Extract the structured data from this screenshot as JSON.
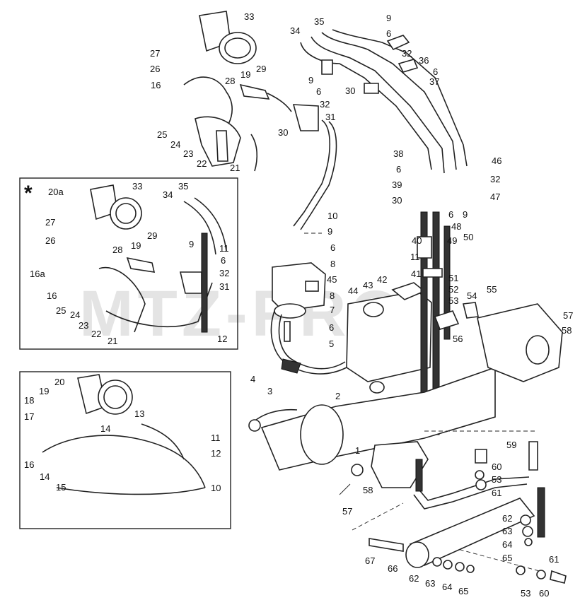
{
  "watermark": "MTZ-PRO",
  "inset_marker": "*",
  "callouts": [
    {
      "id": "c33a",
      "t": "33"
    },
    {
      "id": "c27a",
      "t": "27"
    },
    {
      "id": "c26a",
      "t": "26"
    },
    {
      "id": "c19a",
      "t": "19"
    },
    {
      "id": "c29a",
      "t": "29"
    },
    {
      "id": "c28a",
      "t": "28"
    },
    {
      "id": "c16a",
      "t": "16"
    },
    {
      "id": "c25a",
      "t": "25"
    },
    {
      "id": "c24a",
      "t": "24"
    },
    {
      "id": "c23a",
      "t": "23"
    },
    {
      "id": "c22a",
      "t": "22"
    },
    {
      "id": "c21a",
      "t": "21"
    },
    {
      "id": "c9a",
      "t": "9"
    },
    {
      "id": "c6a",
      "t": "6"
    },
    {
      "id": "c32a",
      "t": "32"
    },
    {
      "id": "c31a",
      "t": "31"
    },
    {
      "id": "c30a",
      "t": "30"
    },
    {
      "id": "c35a",
      "t": "35"
    },
    {
      "id": "c34a",
      "t": "34"
    },
    {
      "id": "c9b",
      "t": "9"
    },
    {
      "id": "c6b",
      "t": "6"
    },
    {
      "id": "c32b",
      "t": "32"
    },
    {
      "id": "c36",
      "t": "36"
    },
    {
      "id": "c6c",
      "t": "6"
    },
    {
      "id": "c37",
      "t": "37"
    },
    {
      "id": "c30b",
      "t": "30"
    },
    {
      "id": "c38",
      "t": "38"
    },
    {
      "id": "c6d",
      "t": "6"
    },
    {
      "id": "c39",
      "t": "39"
    },
    {
      "id": "c30c",
      "t": "30"
    },
    {
      "id": "c46",
      "t": "46"
    },
    {
      "id": "c32c",
      "t": "32"
    },
    {
      "id": "c47",
      "t": "47"
    },
    {
      "id": "c6e",
      "t": "6"
    },
    {
      "id": "c9c",
      "t": "9"
    },
    {
      "id": "c48",
      "t": "48"
    },
    {
      "id": "c10a",
      "t": "10"
    },
    {
      "id": "c9d",
      "t": "9"
    },
    {
      "id": "c6f",
      "t": "6"
    },
    {
      "id": "c8a",
      "t": "8"
    },
    {
      "id": "c45",
      "t": "45"
    },
    {
      "id": "c8b",
      "t": "8"
    },
    {
      "id": "c7",
      "t": "7"
    },
    {
      "id": "c6g",
      "t": "6"
    },
    {
      "id": "c5",
      "t": "5"
    },
    {
      "id": "c40",
      "t": "40"
    },
    {
      "id": "c11a",
      "t": "11"
    },
    {
      "id": "c49",
      "t": "49"
    },
    {
      "id": "c50",
      "t": "50"
    },
    {
      "id": "c41",
      "t": "41"
    },
    {
      "id": "c51",
      "t": "51"
    },
    {
      "id": "c52",
      "t": "52"
    },
    {
      "id": "c53a",
      "t": "53"
    },
    {
      "id": "c54",
      "t": "54"
    },
    {
      "id": "c55",
      "t": "55"
    },
    {
      "id": "c44",
      "t": "44"
    },
    {
      "id": "c43",
      "t": "43"
    },
    {
      "id": "c42",
      "t": "42"
    },
    {
      "id": "c56",
      "t": "56"
    },
    {
      "id": "c57a",
      "t": "57"
    },
    {
      "id": "c58a",
      "t": "58"
    },
    {
      "id": "c4",
      "t": "4"
    },
    {
      "id": "c3",
      "t": "3"
    },
    {
      "id": "c2",
      "t": "2"
    },
    {
      "id": "c1",
      "t": "1"
    },
    {
      "id": "c58b",
      "t": "58"
    },
    {
      "id": "c57b",
      "t": "57"
    },
    {
      "id": "c59",
      "t": "59"
    },
    {
      "id": "c60a",
      "t": "60"
    },
    {
      "id": "c53b",
      "t": "53"
    },
    {
      "id": "c61a",
      "t": "61"
    },
    {
      "id": "c62a",
      "t": "62"
    },
    {
      "id": "c63a",
      "t": "63"
    },
    {
      "id": "c64a",
      "t": "64"
    },
    {
      "id": "c65a",
      "t": "65"
    },
    {
      "id": "c61b",
      "t": "61"
    },
    {
      "id": "c67",
      "t": "67"
    },
    {
      "id": "c66",
      "t": "66"
    },
    {
      "id": "c62b",
      "t": "62"
    },
    {
      "id": "c63b",
      "t": "63"
    },
    {
      "id": "c64b",
      "t": "64"
    },
    {
      "id": "c65b",
      "t": "65"
    },
    {
      "id": "c53c",
      "t": "53"
    },
    {
      "id": "c60b",
      "t": "60"
    },
    {
      "id": "i20a",
      "t": "20a"
    },
    {
      "id": "i33",
      "t": "33"
    },
    {
      "id": "i27",
      "t": "27"
    },
    {
      "id": "i26",
      "t": "26"
    },
    {
      "id": "i16a",
      "t": "16a"
    },
    {
      "id": "i16",
      "t": "16"
    },
    {
      "id": "i25",
      "t": "25"
    },
    {
      "id": "i24",
      "t": "24"
    },
    {
      "id": "i23",
      "t": "23"
    },
    {
      "id": "i22",
      "t": "22"
    },
    {
      "id": "i21",
      "t": "21"
    },
    {
      "id": "i19",
      "t": "19"
    },
    {
      "id": "i28",
      "t": "28"
    },
    {
      "id": "i29",
      "t": "29"
    },
    {
      "id": "i34",
      "t": "34"
    },
    {
      "id": "i35",
      "t": "35"
    },
    {
      "id": "i11",
      "t": "11"
    },
    {
      "id": "i9",
      "t": "9"
    },
    {
      "id": "i6",
      "t": "6"
    },
    {
      "id": "i32",
      "t": "32"
    },
    {
      "id": "i31",
      "t": "31"
    },
    {
      "id": "i12",
      "t": "12"
    },
    {
      "id": "j20",
      "t": "20"
    },
    {
      "id": "j19",
      "t": "19"
    },
    {
      "id": "j18",
      "t": "18"
    },
    {
      "id": "j17",
      "t": "17"
    },
    {
      "id": "j13",
      "t": "13"
    },
    {
      "id": "j14a",
      "t": "14"
    },
    {
      "id": "j16",
      "t": "16"
    },
    {
      "id": "j14b",
      "t": "14"
    },
    {
      "id": "j15",
      "t": "15"
    },
    {
      "id": "j11",
      "t": "11"
    },
    {
      "id": "j12",
      "t": "12"
    },
    {
      "id": "j10",
      "t": "10"
    }
  ]
}
